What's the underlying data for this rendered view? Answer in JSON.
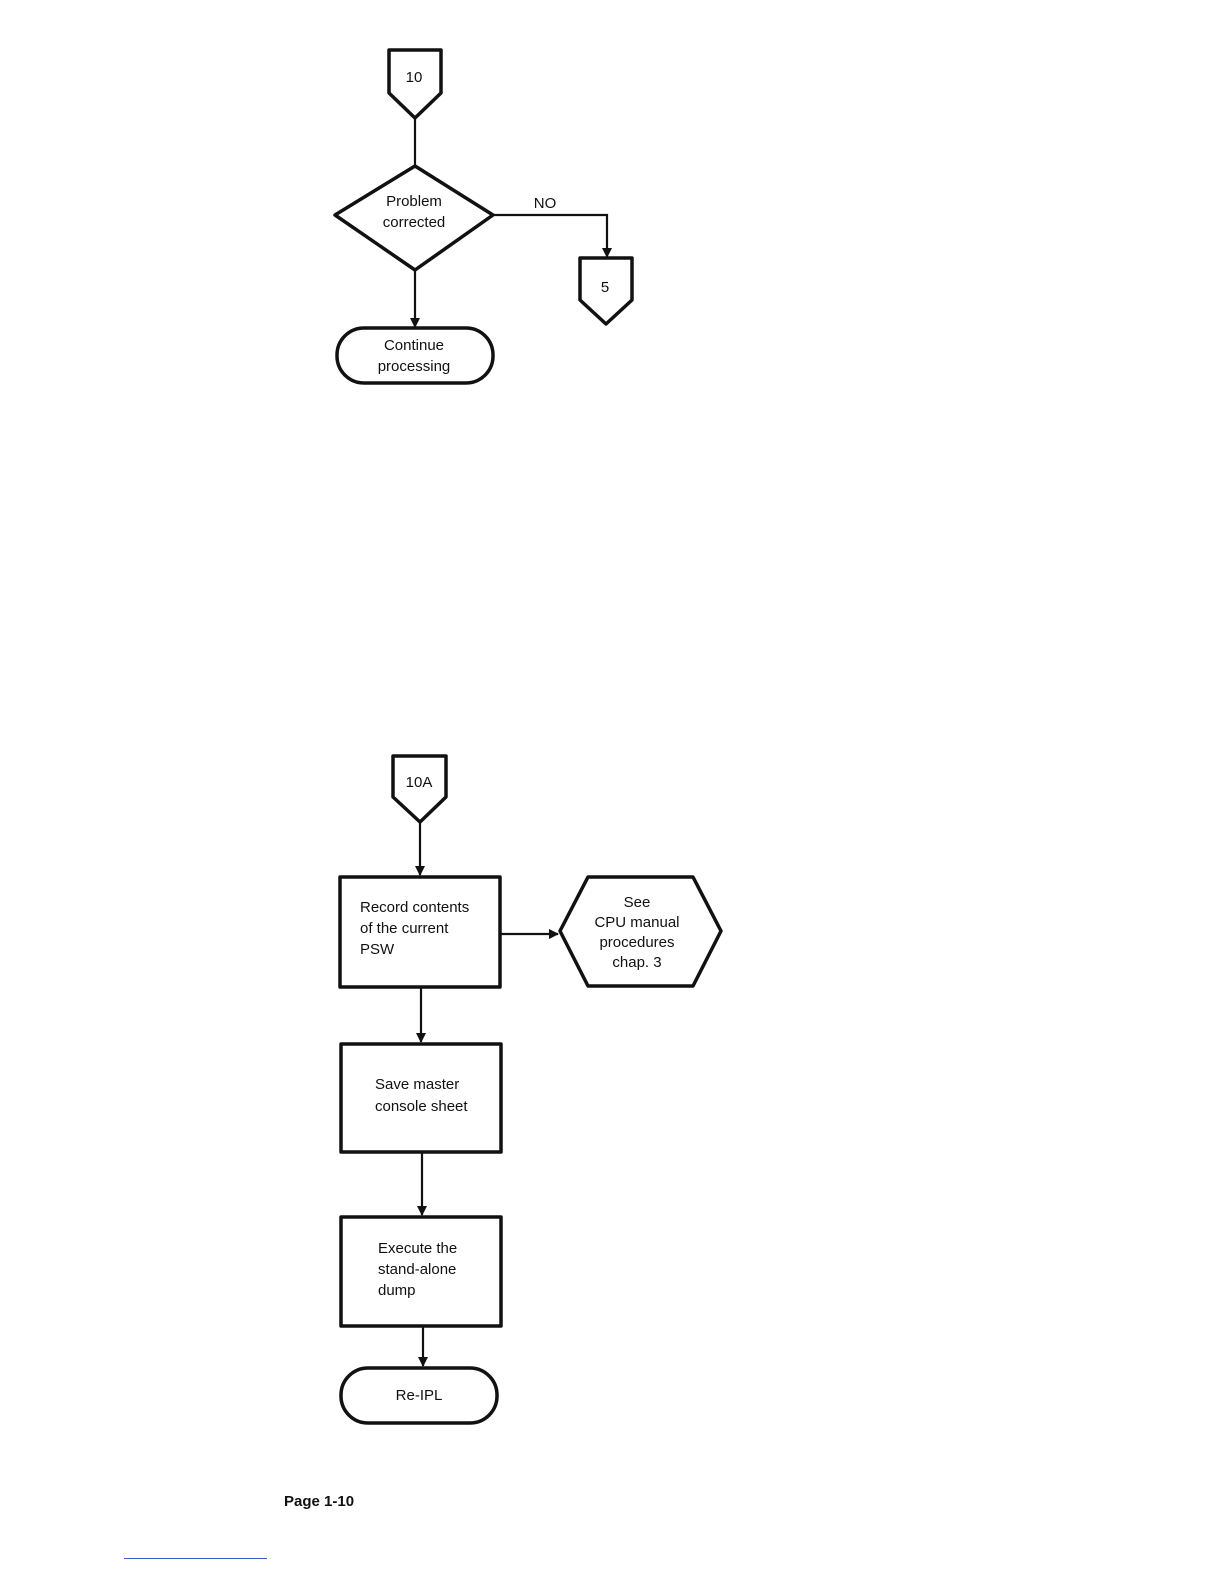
{
  "connectors": {
    "c10": "10",
    "c5": "5",
    "c10a": "10A"
  },
  "decision": {
    "line1": "Problem",
    "line2": "corrected",
    "no_label": "NO"
  },
  "terminals": {
    "continue_line1": "Continue",
    "continue_line2": "processing",
    "reipl": "Re-IPL"
  },
  "steps": {
    "record": [
      "Record contents",
      "of the current",
      "PSW"
    ],
    "save": [
      "Save master",
      "console sheet"
    ],
    "execute": [
      "Execute the",
      "stand-alone",
      "dump"
    ]
  },
  "reference": [
    "See",
    "CPU manual",
    "procedures",
    "chap. 3"
  ],
  "page_number": "Page 1-10"
}
